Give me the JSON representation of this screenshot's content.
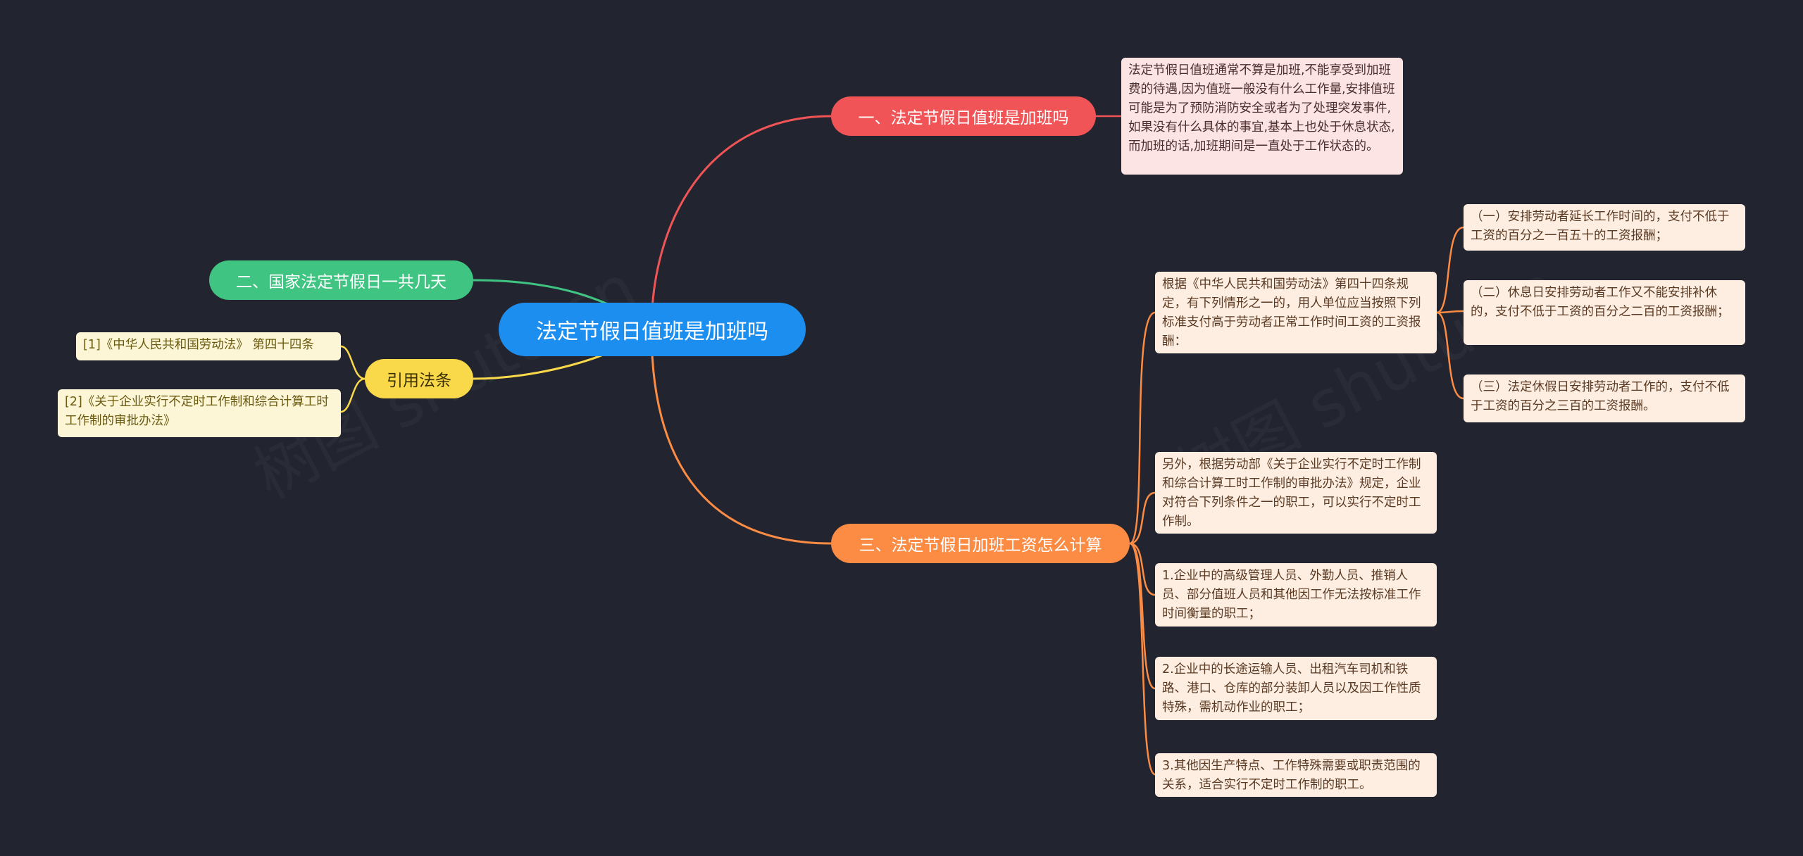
{
  "root": {
    "label": "法定节假日值班是加班吗"
  },
  "branches": {
    "b1": {
      "label": "一、法定节假日值班是加班吗",
      "color": "#f05456",
      "leaf": "法定节假日值班通常不算是加班,不能享受到加班费的待遇,因为值班一般没有什么工作量,安排值班可能是为了预防消防安全或者为了处理突发事件,如果没有什么具体的事宜,基本上也处于休息状态,而加班的话,加班期间是一直处于工作状态的。"
    },
    "b2": {
      "label": "二、国家法定节假日一共几天",
      "color": "#3fc482"
    },
    "b3": {
      "label": "引用法条",
      "color": "#f9d84a",
      "leaves": [
        "[1]《中华人民共和国劳动法》 第四十四条",
        "[2]《关于企业实行不定时工作制和综合计算工时工作制的审批办法》"
      ]
    },
    "b4": {
      "label": "三、法定节假日加班工资怎么计算",
      "color": "#fc8b44",
      "leaves": [
        "根据《中华人民共和国劳动法》第四十四条规定，有下列情形之一的，用人单位应当按照下列标准支付高于劳动者正常工作时间工资的工资报酬：",
        "另外，根据劳动部《关于企业实行不定时工作制和综合计算工时工作制的审批办法》规定，企业对符合下列条件之一的职工，可以实行不定时工作制。",
        "1.企业中的高级管理人员、外勤人员、推销人员、部分值班人员和其他因工作无法按标准工作时间衡量的职工；",
        "2.企业中的长途运输人员、出租汽车司机和铁路、港口、仓库的部分装卸人员以及因工作性质特殊，需机动作业的职工；",
        "3.其他因生产特点、工作特殊需要或职责范围的关系，适合实行不定时工作制的职工。"
      ],
      "sub_leaves": [
        "（一）安排劳动者延长工作时间的，支付不低于工资的百分之一百五十的工资报酬；",
        "（二）休息日安排劳动者工作又不能安排补休的，支付不低于工资的百分之二百的工资报酬；",
        "（三）法定休假日安排劳动者工作的，支付不低于工资的百分之三百的工资报酬。"
      ]
    }
  },
  "watermarks": [
    "树图 shutu.cn",
    "树图 shutu.cn"
  ]
}
